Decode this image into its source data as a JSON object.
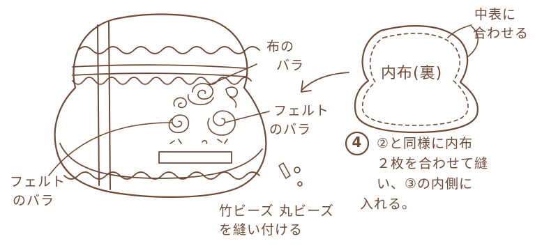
{
  "colors": {
    "ink": "#6e4a37",
    "paper": "#ffffff"
  },
  "labels": {
    "cloth_rose": [
      "布の",
      "バラ"
    ],
    "felt_rose_right": [
      "フェルト",
      "のバラ"
    ],
    "felt_rose_left": [
      "フェルト",
      "のバラ"
    ],
    "beads": [
      "竹ビーズ 丸ビーズ",
      "を縫い付ける"
    ],
    "align_center": [
      "中表に",
      "合わせる"
    ],
    "lining": "内布(裏)"
  },
  "step": {
    "number": "4",
    "lines": [
      "②と同様に内布",
      "２枚を合わせて縫",
      "い、③の内側に",
      "入れる。"
    ]
  }
}
